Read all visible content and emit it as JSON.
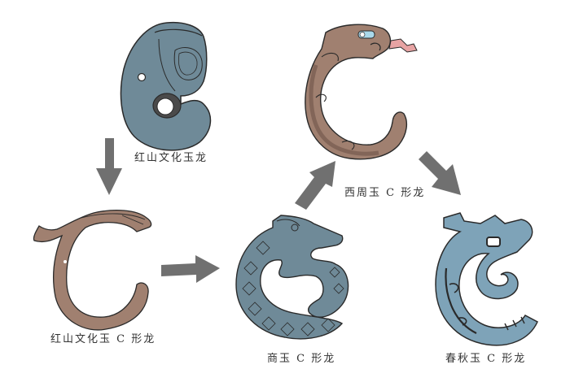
{
  "diagram": {
    "title": "",
    "colors": {
      "jade_blue": "#6f8a98",
      "jade_blue_light": "#7ea3b8",
      "jade_brown": "#a08070",
      "jade_brown_dark": "#7a5e52",
      "arrow": "#707070",
      "outline": "#2a2a2a",
      "tongue": "#e7a3a3",
      "eye_blue": "#a9d8ea"
    },
    "nodes": [
      {
        "id": "hongshan_jade_dragon",
        "label": "红山文化玉龙",
        "color": "#6f8a98"
      },
      {
        "id": "hongshan_c_dragon",
        "label": "红山文化玉 C 形龙",
        "color": "#a08070"
      },
      {
        "id": "shang_c_dragon",
        "label": "商玉 C 形龙",
        "color": "#6f8a98"
      },
      {
        "id": "western_zhou_c_dragon",
        "label": "西周玉 C 形龙",
        "color": "#a08070"
      },
      {
        "id": "spring_autumn_c_dragon",
        "label": "春秋玉 C 形龙",
        "color": "#7ea3b8"
      }
    ],
    "edges": [
      {
        "from": "hongshan_jade_dragon",
        "to": "hongshan_c_dragon",
        "direction": "down"
      },
      {
        "from": "hongshan_c_dragon",
        "to": "shang_c_dragon",
        "direction": "right"
      },
      {
        "from": "shang_c_dragon",
        "to": "western_zhou_c_dragon",
        "direction": "up-right"
      },
      {
        "from": "western_zhou_c_dragon",
        "to": "spring_autumn_c_dragon",
        "direction": "down-right"
      }
    ]
  }
}
